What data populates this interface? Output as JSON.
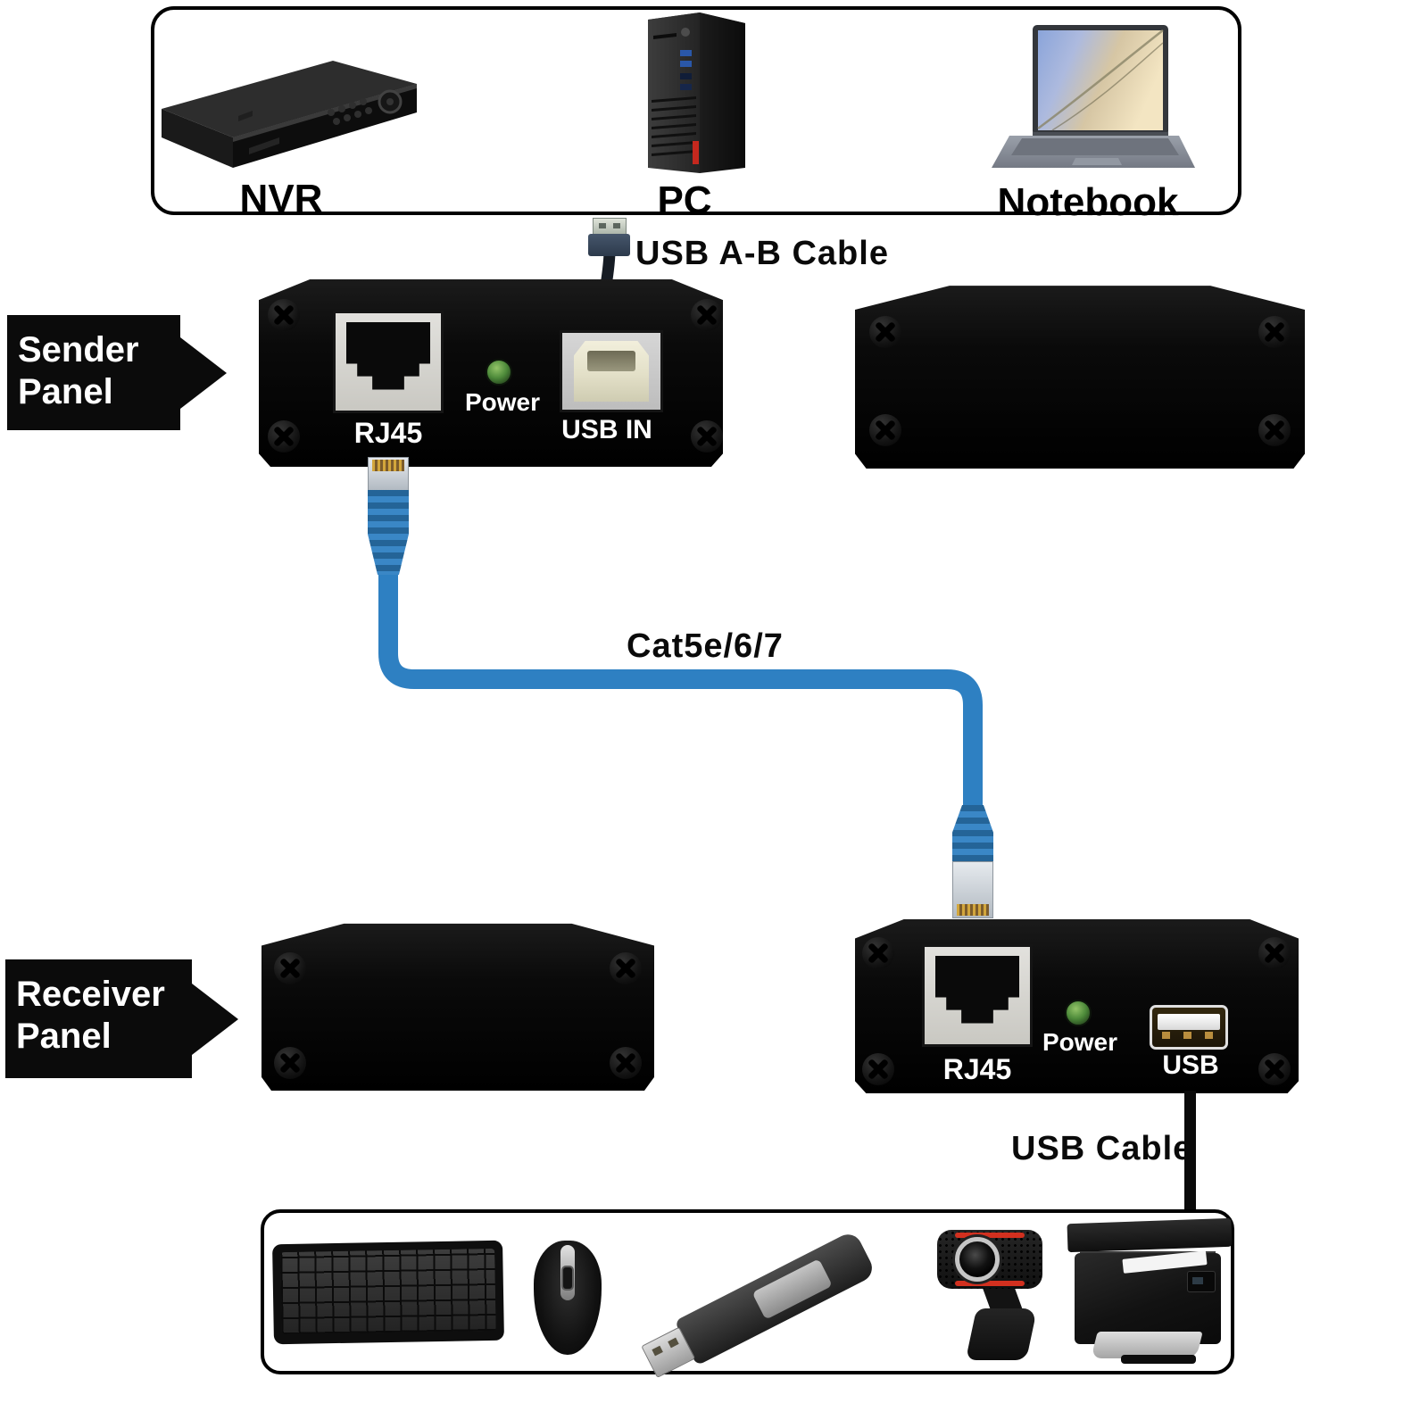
{
  "top_group": {
    "devices": [
      {
        "id": "nvr",
        "label": "NVR"
      },
      {
        "id": "pc",
        "label": "PC"
      },
      {
        "id": "notebook",
        "label": "Notebook"
      }
    ]
  },
  "cable_labels": {
    "usb_ab": "USB A-B Cable",
    "cat": "Cat5e/6/7",
    "usb": "USB Cable"
  },
  "sender_panel": {
    "tag_line1": "Sender",
    "tag_line2": "Panel",
    "rj45_label": "RJ45",
    "power_label": "Power",
    "usb_label": "USB IN"
  },
  "receiver_panel": {
    "tag_line1": "Receiver",
    "tag_line2": "Panel",
    "rj45_label": "RJ45",
    "power_label": "Power",
    "usb_label": "USB"
  },
  "peripherals": {
    "icons": [
      "keyboard-icon",
      "mouse-icon",
      "usb-flash-drive-icon",
      "webcam-icon",
      "printer-icon"
    ]
  },
  "colors": {
    "cat_cable_blue": "#2e80c2",
    "power_led_green": "#4d8a3a",
    "panel_black": "#0a0a0a",
    "usb_port_gold": "#b98e3e",
    "accent_red": "#c4281e"
  }
}
